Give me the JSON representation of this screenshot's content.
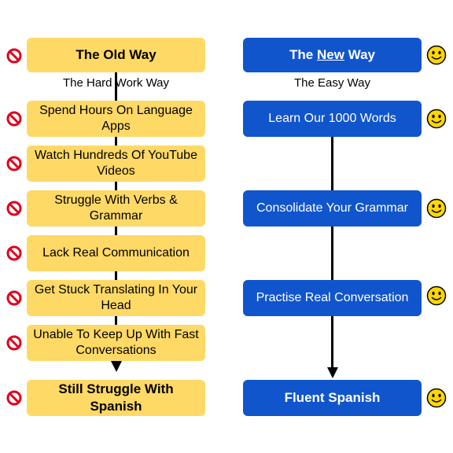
{
  "old_way": {
    "title": "The Old Way",
    "subtitle": "The Hard Work Way",
    "steps": [
      "Spend Hours On Language Apps",
      "Watch Hundreds Of YouTube Videos",
      "Struggle With Verbs & Grammar",
      "Lack Real Communication",
      "Get Stuck Translating In Your Head",
      "Unable To Keep Up With Fast Conversations"
    ],
    "result": "Still Struggle With Spanish"
  },
  "new_way": {
    "title_prefix": "The ",
    "title_emphasis": "New",
    "title_suffix": " Way",
    "subtitle": "The Easy Way",
    "steps": [
      "Learn Our 1000 Words",
      "Consolidate Your Grammar",
      "Practise Real Conversation"
    ],
    "result": "Fluent Spanish"
  },
  "icons": {
    "old": "no-entry-icon",
    "new": "smiley-face-icon"
  },
  "colors": {
    "old_box": "#ffd966",
    "new_box": "#1155cc",
    "no_icon": "#e0001b",
    "smiley": "#ffd700"
  }
}
